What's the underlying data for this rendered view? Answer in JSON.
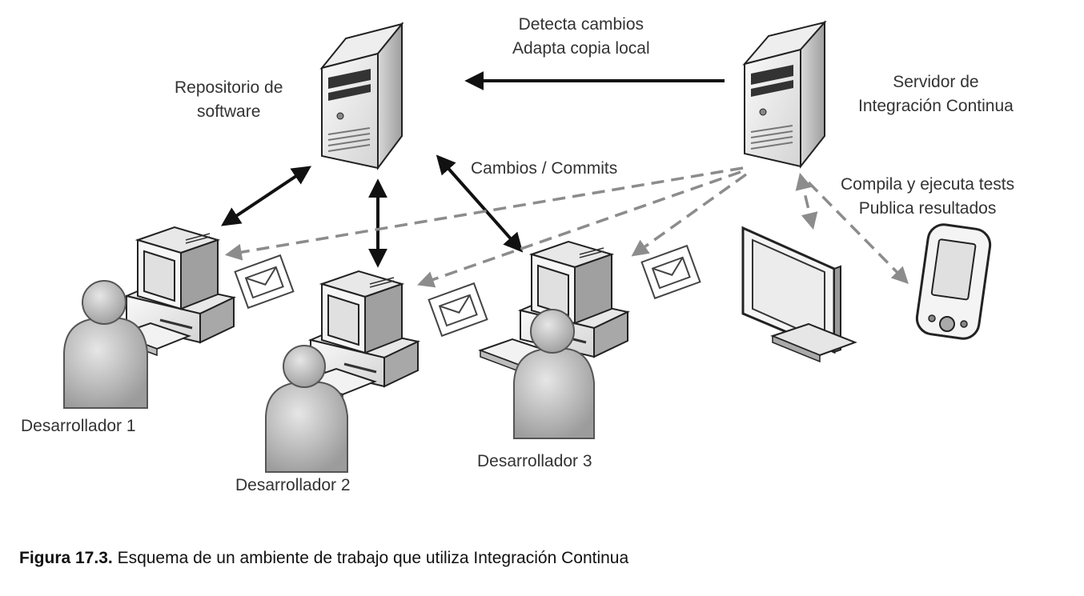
{
  "labels": {
    "repositorio": [
      "Repositorio de",
      "software"
    ],
    "servidor": [
      "Servidor de",
      "Integración Continua"
    ],
    "detecta": [
      "Detecta cambios",
      "Adapta copia local"
    ],
    "cambios": "Cambios / Commits",
    "compila": [
      "Compila y ejecuta tests",
      "Publica resultados"
    ],
    "dev1": "Desarrollador 1",
    "dev2": "Desarrollador 2",
    "dev3": "Desarrollador 3"
  },
  "caption": {
    "number": "Figura 17.3.",
    "text": "Esquema de un ambiente de trabajo que utiliza Integración Continua"
  },
  "colors": {
    "arrow_solid": "#111111",
    "arrow_dashed": "#8c8c8c",
    "device_light": "#f2f2f2",
    "device_mid": "#cfcfcf",
    "device_dark": "#9a9a9a",
    "person": "#c4c4c4"
  }
}
